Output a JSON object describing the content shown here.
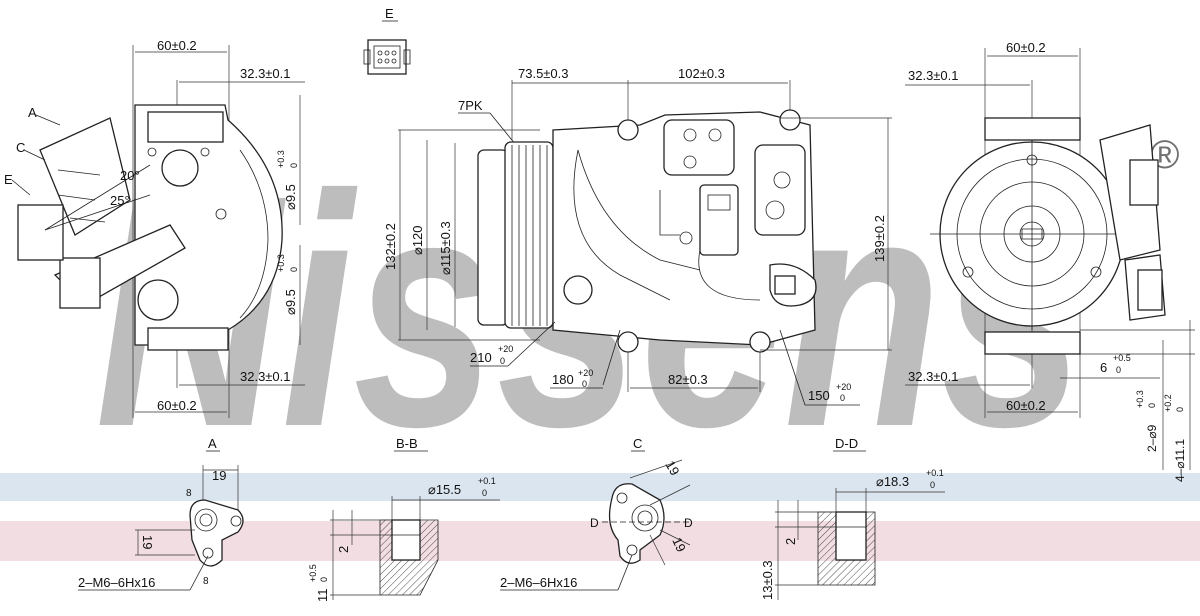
{
  "watermark": {
    "brand": "Nissens",
    "registered": "®"
  },
  "colors": {
    "watermark": "#7f9ab8",
    "band_blue": "#dbe5ef",
    "band_red": "#f2dde2",
    "line": "#222222"
  },
  "section_labels": {
    "A": "A",
    "BB": "B-B",
    "C": "C",
    "DD": "D-D",
    "E": "E"
  },
  "callouts": {
    "A": "A",
    "C": "C",
    "E": "E",
    "pk": "7PK",
    "d": "D"
  },
  "dims": {
    "left_top_60": "60±0.2",
    "left_top_32": "32.3±0.1",
    "left_bot_32": "32.3±0.1",
    "left_bot_60": "60±0.2",
    "angle_20": "20°",
    "angle_25": "25°",
    "bore_top": "⌀9.5",
    "bore_top_tol": "+0.3",
    "bore_top_tol2": "0",
    "bore_bot": "⌀9.5",
    "bore_bot_tol": "+0.3",
    "bore_bot_tol2": "0",
    "mid_735": "73.5±0.3",
    "mid_102": "102±0.3",
    "mid_132": "132±0.2",
    "mid_120": "⌀120",
    "mid_115": "⌀115±0.3",
    "mid_139": "139±0.2",
    "mid_210": "210",
    "mid_180": "180",
    "mid_82": "82±0.3",
    "mid_150": "150",
    "deg_tol": "+20",
    "deg_tol2": "0",
    "right_60_top": "60±0.2",
    "right_32_top": "32.3±0.1",
    "right_32_bot": "32.3±0.1",
    "right_60_bot": "60±0.2",
    "right_6": "6",
    "right_6_tol": "+0.5",
    "right_6_tol2": "0",
    "right_holes_9": "2–⌀9",
    "right_holes_9_tol": "+0.3",
    "right_holes_9_tol2": "0",
    "right_holes_11": "4–⌀11.1",
    "right_holes_11_tol": "+0.2",
    "right_holes_11_tol2": "0"
  },
  "details": {
    "A": {
      "dim19": "19",
      "dim19b": "19",
      "dim8a": "8",
      "dim8b": "8",
      "thread": "2–M6–6Hx16"
    },
    "BB": {
      "dia": "⌀15.5",
      "dia_tol": "+0.1",
      "dia_tol2": "0",
      "dim2": "2",
      "dim11": "11",
      "dim11_tol": "+0.5",
      "dim11_tol2": "0"
    },
    "C": {
      "dim19a": "19",
      "dim19b": "19",
      "thread": "2–M6–6Hx16"
    },
    "DD": {
      "dia": "⌀18.3",
      "dia_tol": "+0.1",
      "dia_tol2": "0",
      "dim2": "2",
      "dim13": "13±0.3"
    }
  }
}
